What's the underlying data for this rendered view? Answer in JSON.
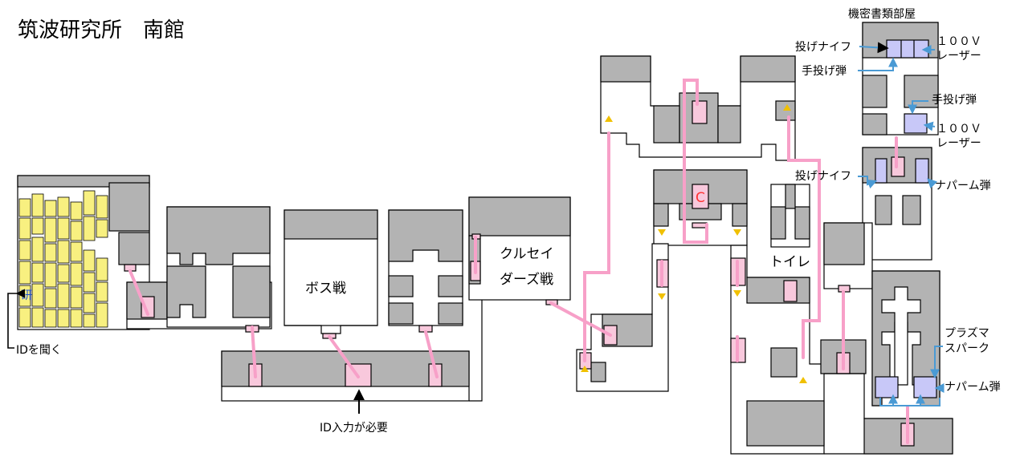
{
  "map_title": "筑波研究所　南館",
  "labels": {
    "boss_room": "ボス戦",
    "crusaders_room_line1": "クルセイ",
    "crusaders_room_line2": "ダーズ戦",
    "toilet": "トイレ",
    "id_required": "ID入力が必要",
    "ask_id": "IDを聞く",
    "lab_marker": "研",
    "save_point": "C",
    "secret_docs_room": "機密書類部屋",
    "items": {
      "throwing_knife_top": "投げナイフ",
      "v100_laser_top_line1": "１００Ｖ",
      "v100_laser_top_line2": "レーザー",
      "hand_grenade_top": "手投げ弾",
      "hand_grenade_mid": "手投げ弾",
      "v100_laser_mid_line1": "１００Ｖ",
      "v100_laser_mid_line2": "レーザー",
      "throwing_knife_mid": "投げナイフ",
      "napalm_mid": "ナパーム弾",
      "plasma_spark_line1": "プラズマ",
      "plasma_spark_line2": "スパーク",
      "napalm_bottom": "ナパーム弾"
    }
  },
  "colors": {
    "wall": "#b3b3b3",
    "floor": "#ffffff",
    "outline": "#000000",
    "door": "#f8c8dc",
    "path": "#f7a0c8",
    "item": "#c8c8f8",
    "locker": "#f8f080",
    "arrow_blue": "#4a9ad4",
    "marker": "#f0c000",
    "save_text": "#ff3333"
  }
}
